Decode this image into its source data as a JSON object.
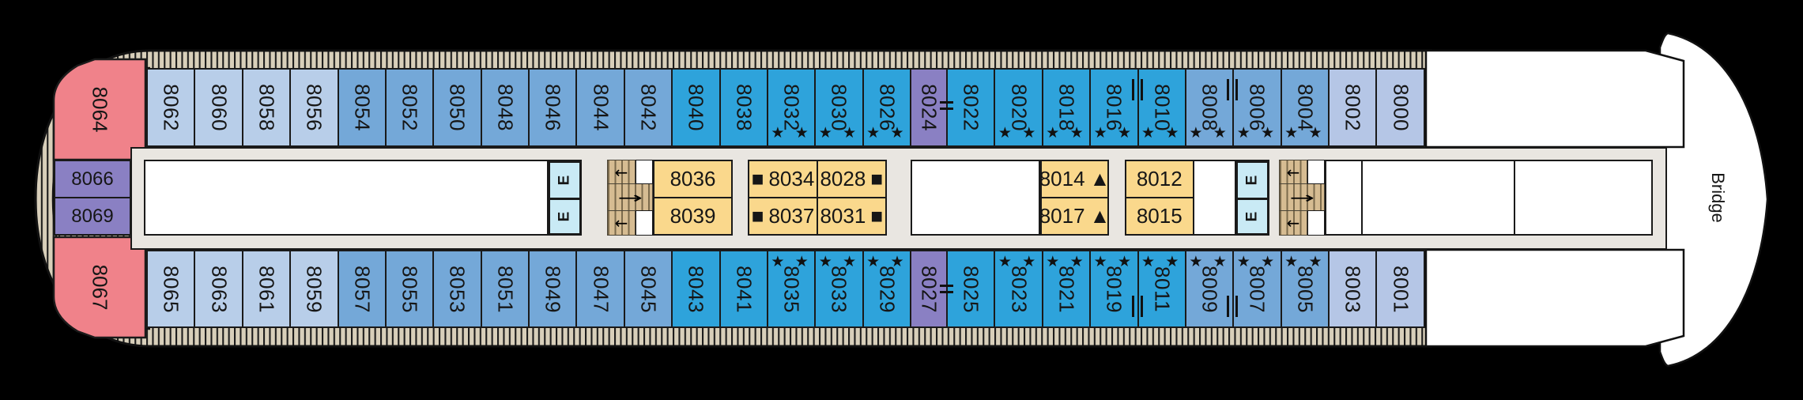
{
  "deck_plan": {
    "bridge_label": "Bridge",
    "elevator_label": "E",
    "star_symbol": "★ ★",
    "stern_cabins": {
      "top_suite": {
        "number": "8064",
        "category": "red"
      },
      "mid_upper": {
        "number": "8066",
        "category": "purple"
      },
      "mid_lower": {
        "number": "8069",
        "category": "purple"
      },
      "bottom_suite": {
        "number": "8067",
        "category": "red"
      }
    },
    "top_row": [
      {
        "number": "8062",
        "category": "light",
        "stars": false
      },
      {
        "number": "8060",
        "category": "light",
        "stars": false
      },
      {
        "number": "8058",
        "category": "light",
        "stars": false
      },
      {
        "number": "8056",
        "category": "light",
        "stars": false
      },
      {
        "number": "8054",
        "category": "medium",
        "stars": false
      },
      {
        "number": "8052",
        "category": "medium",
        "stars": false
      },
      {
        "number": "8050",
        "category": "medium",
        "stars": false
      },
      {
        "number": "8048",
        "category": "medium",
        "stars": false
      },
      {
        "number": "8046",
        "category": "medium",
        "stars": false
      },
      {
        "number": "8044",
        "category": "medium",
        "stars": false
      },
      {
        "number": "8042",
        "category": "medium",
        "stars": false
      },
      {
        "number": "8040",
        "category": "vivid",
        "stars": false
      },
      {
        "number": "8038",
        "category": "vivid",
        "stars": false
      },
      {
        "number": "8032",
        "category": "vivid",
        "stars": true
      },
      {
        "number": "8030",
        "category": "vivid",
        "stars": true
      },
      {
        "number": "8026",
        "category": "vivid",
        "stars": true
      },
      {
        "number": "8024",
        "category": "purple",
        "stars": false
      },
      {
        "number": "8022",
        "category": "vivid",
        "stars": false
      },
      {
        "number": "8020",
        "category": "vivid",
        "stars": true
      },
      {
        "number": "8018",
        "category": "vivid",
        "stars": true
      },
      {
        "number": "8016",
        "category": "vivid",
        "stars": true
      },
      {
        "number": "8010",
        "category": "vivid",
        "stars": true
      },
      {
        "number": "8008",
        "category": "medium",
        "stars": true
      },
      {
        "number": "8006",
        "category": "medium",
        "stars": true
      },
      {
        "number": "8004",
        "category": "medium",
        "stars": true
      },
      {
        "number": "8002",
        "category": "pale",
        "stars": false
      },
      {
        "number": "8000",
        "category": "pale",
        "stars": false
      }
    ],
    "bottom_row": [
      {
        "number": "8065",
        "category": "light",
        "stars": false
      },
      {
        "number": "8063",
        "category": "light",
        "stars": false
      },
      {
        "number": "8061",
        "category": "light",
        "stars": false
      },
      {
        "number": "8059",
        "category": "light",
        "stars": false
      },
      {
        "number": "8057",
        "category": "medium",
        "stars": false
      },
      {
        "number": "8055",
        "category": "medium",
        "stars": false
      },
      {
        "number": "8053",
        "category": "medium",
        "stars": false
      },
      {
        "number": "8051",
        "category": "medium",
        "stars": false
      },
      {
        "number": "8049",
        "category": "medium",
        "stars": false
      },
      {
        "number": "8047",
        "category": "medium",
        "stars": false
      },
      {
        "number": "8045",
        "category": "medium",
        "stars": false
      },
      {
        "number": "8043",
        "category": "vivid",
        "stars": false
      },
      {
        "number": "8041",
        "category": "vivid",
        "stars": false
      },
      {
        "number": "8035",
        "category": "vivid",
        "stars": true
      },
      {
        "number": "8033",
        "category": "vivid",
        "stars": true
      },
      {
        "number": "8029",
        "category": "vivid",
        "stars": true
      },
      {
        "number": "8027",
        "category": "purple",
        "stars": false
      },
      {
        "number": "8025",
        "category": "vivid",
        "stars": false
      },
      {
        "number": "8023",
        "category": "vivid",
        "stars": true
      },
      {
        "number": "8021",
        "category": "vivid",
        "stars": true
      },
      {
        "number": "8019",
        "category": "vivid",
        "stars": true
      },
      {
        "number": "8011",
        "category": "vivid",
        "stars": true
      },
      {
        "number": "8009",
        "category": "medium",
        "stars": true
      },
      {
        "number": "8007",
        "category": "medium",
        "stars": true
      },
      {
        "number": "8005",
        "category": "medium",
        "stars": true
      },
      {
        "number": "8003",
        "category": "pale",
        "stars": false
      },
      {
        "number": "8001",
        "category": "pale",
        "stars": false
      }
    ],
    "inner_cabins": [
      {
        "number": "8036",
        "mark": "none"
      },
      {
        "number": "8039",
        "mark": "none"
      },
      {
        "number": "8034",
        "mark": "square-before"
      },
      {
        "number": "8028",
        "mark": "square-after"
      },
      {
        "number": "8037",
        "mark": "square-before"
      },
      {
        "number": "8031",
        "mark": "square-after"
      },
      {
        "number": "8014",
        "mark": "triangle-after"
      },
      {
        "number": "8017",
        "mark": "triangle-after"
      },
      {
        "number": "8012",
        "mark": "none"
      },
      {
        "number": "8015",
        "mark": "none"
      }
    ],
    "symbols": {
      "square": "■",
      "triangle": "▲"
    },
    "connection_markers": [
      {
        "row": "top",
        "after": "8024",
        "type": "hpair"
      },
      {
        "row": "bottom",
        "after": "8027",
        "type": "hpair"
      },
      {
        "row": "top",
        "after": "8016",
        "type": "vpair"
      },
      {
        "row": "top",
        "after": "8008",
        "type": "vpair"
      },
      {
        "row": "bottom",
        "after": "8019",
        "type": "vpair"
      },
      {
        "row": "bottom",
        "after": "8009",
        "type": "vpair"
      }
    ],
    "colors": {
      "category_light": "#B8CEE9",
      "category_pale": "#B5C6E6",
      "category_medium": "#74A8D8",
      "category_vivid": "#2EA3DB",
      "category_purple": "#8A80C3",
      "category_red": "#F0828A",
      "category_inner_yellow": "#FAD88C",
      "elevator_cyan": "#C9EAF5",
      "hull_band_tan": "#D8CFBA",
      "corridor_gray": "#E9E6E1"
    }
  }
}
